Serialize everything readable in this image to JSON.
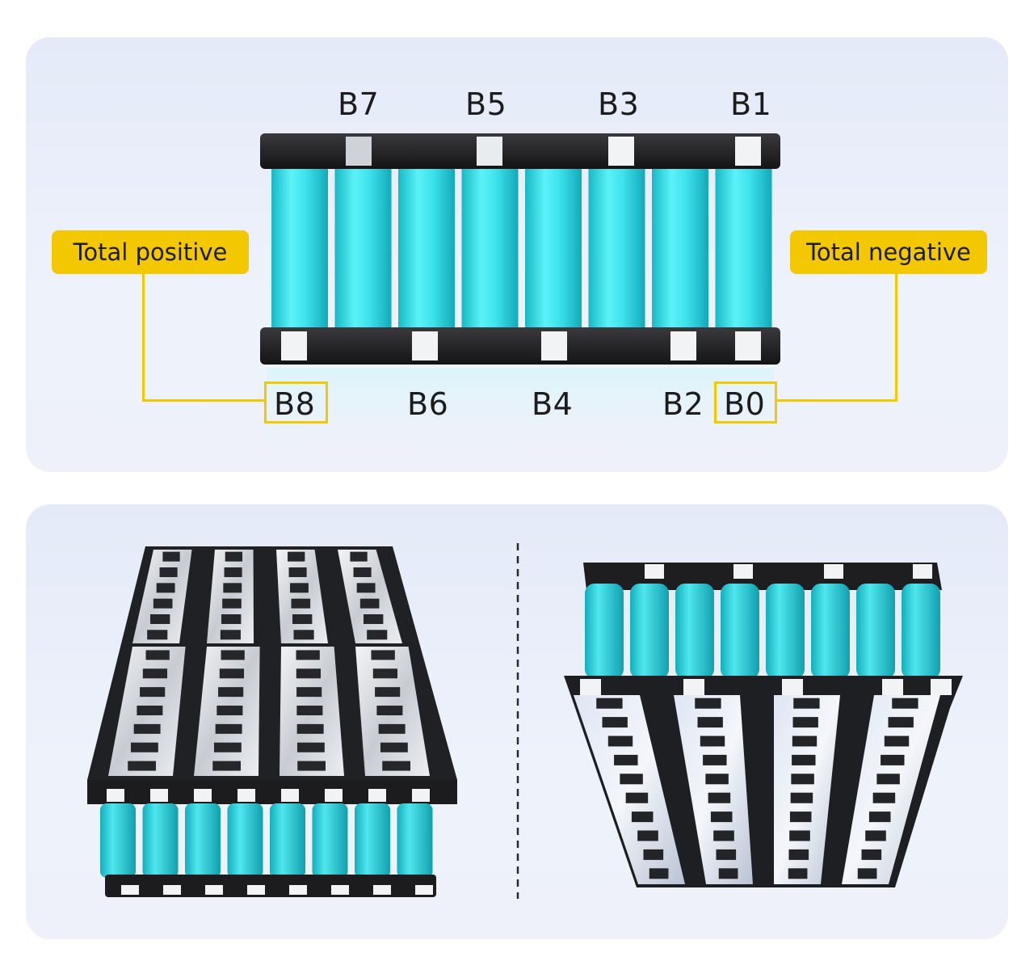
{
  "top_diagram": {
    "top_labels": [
      "B7",
      "B5",
      "B3",
      "B1"
    ],
    "bottom_labels": [
      "B8",
      "B6",
      "B4",
      "B2",
      "B0"
    ],
    "total_positive": "Total positive",
    "total_negative": "Total negative",
    "cell_count": 8
  },
  "colors": {
    "cell": "#2fd6e0",
    "holder": "#1f1f22",
    "nickel": "#e6e9ee",
    "callout": "#f3c800",
    "panel": "#e8edf9"
  }
}
